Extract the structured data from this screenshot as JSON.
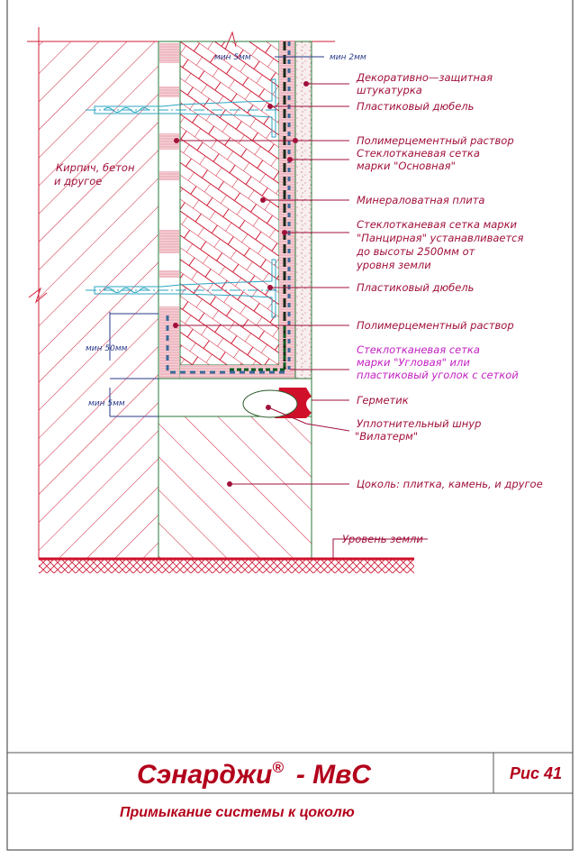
{
  "labels": {
    "decor_plaster": [
      "Декоративно—защитная",
      "штукатурка"
    ],
    "dowel_1": "Пластиковый дюбель",
    "mortar_1": "Полимерцементный раствор",
    "mesh_main": [
      "Стеклотканевая сетка",
      "марки \"Основная\""
    ],
    "mineral_wool": "Минераловатная плита",
    "mesh_armor": [
      "Стеклотканевая сетка марки",
      "\"Панцирная\" устанавливается",
      "до высоты 2500мм от",
      "уровня земли"
    ],
    "dowel_2": "Пластиковый дюбель",
    "mortar_2": "Полимерцементный раствор",
    "mesh_corner": [
      "Стеклотканевая сетка",
      "марки \"Угловая\" или",
      "пластиковый уголок с сеткой"
    ],
    "sealant": "Герметик",
    "cord": [
      "Уплотнительный шнур",
      "\"Вилатерм\""
    ],
    "plinth": "Цоколь: плитка, камень, и другое",
    "ground_level": "Уровень земли",
    "wall": [
      "Кирпич, бетон",
      "и другое"
    ]
  },
  "dimensions": {
    "min_5mm_top": "мин 5мм",
    "min_2mm": "мин 2мм",
    "min_50mm": "мин 50мм",
    "min_5mm_bottom": "мин 5мм"
  },
  "title_block": {
    "brand": "Сэнарджи",
    "registered": "®",
    "product": "- МвС",
    "figure": "Рис 41",
    "subtitle": "Примыкание системы к цоколю"
  },
  "colors": {
    "hatch_red": "#d0203a",
    "label_red": "#a0103a",
    "magenta": "#c21fc2",
    "pink_fill": "#f2c4cc",
    "dowel_cyan": "#2aa6c0",
    "dim_blue": "#2a3a8a"
  }
}
